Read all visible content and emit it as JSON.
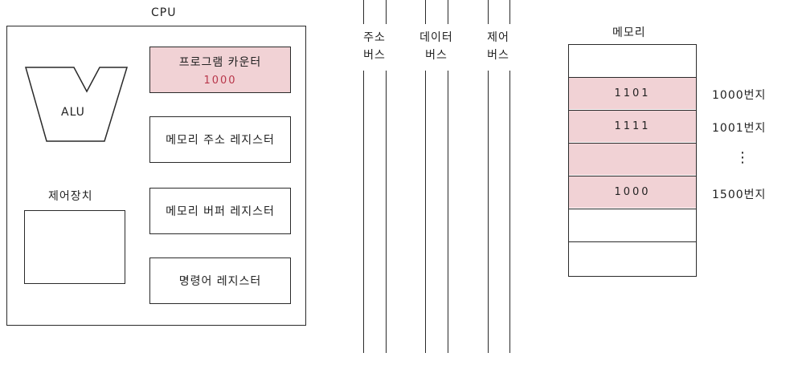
{
  "cpu": {
    "title": "CPU",
    "alu_label": "ALU",
    "control_unit_label": "제어장치",
    "registers": [
      {
        "label": "프로그램 카운터",
        "value": "1000",
        "highlighted": true
      },
      {
        "label": "메모리 주소 레지스터",
        "value": "",
        "highlighted": false
      },
      {
        "label": "메모리 버퍼 레지스터",
        "value": "",
        "highlighted": false
      },
      {
        "label": "명령어 레지스터",
        "value": "",
        "highlighted": false
      }
    ]
  },
  "buses": [
    {
      "line1": "주소",
      "line2": "버스"
    },
    {
      "line1": "데이터",
      "line2": "버스"
    },
    {
      "line1": "제어",
      "line2": "버스"
    }
  ],
  "memory": {
    "title": "메모리",
    "cells": [
      {
        "value": "",
        "highlighted": false,
        "address": ""
      },
      {
        "value": "1101",
        "highlighted": true,
        "address": "1000번지"
      },
      {
        "value": "1111",
        "highlighted": true,
        "address": "1001번지"
      },
      {
        "value": "",
        "highlighted": true,
        "address": "⋮"
      },
      {
        "value": "1000",
        "highlighted": true,
        "address": "1500번지"
      },
      {
        "value": "",
        "highlighted": false,
        "address": ""
      },
      {
        "value": "",
        "highlighted": false,
        "address": ""
      }
    ]
  },
  "colors": {
    "highlight": "#f1d2d5",
    "value_text": "#b8364a",
    "stroke": "#2a2a2a"
  }
}
